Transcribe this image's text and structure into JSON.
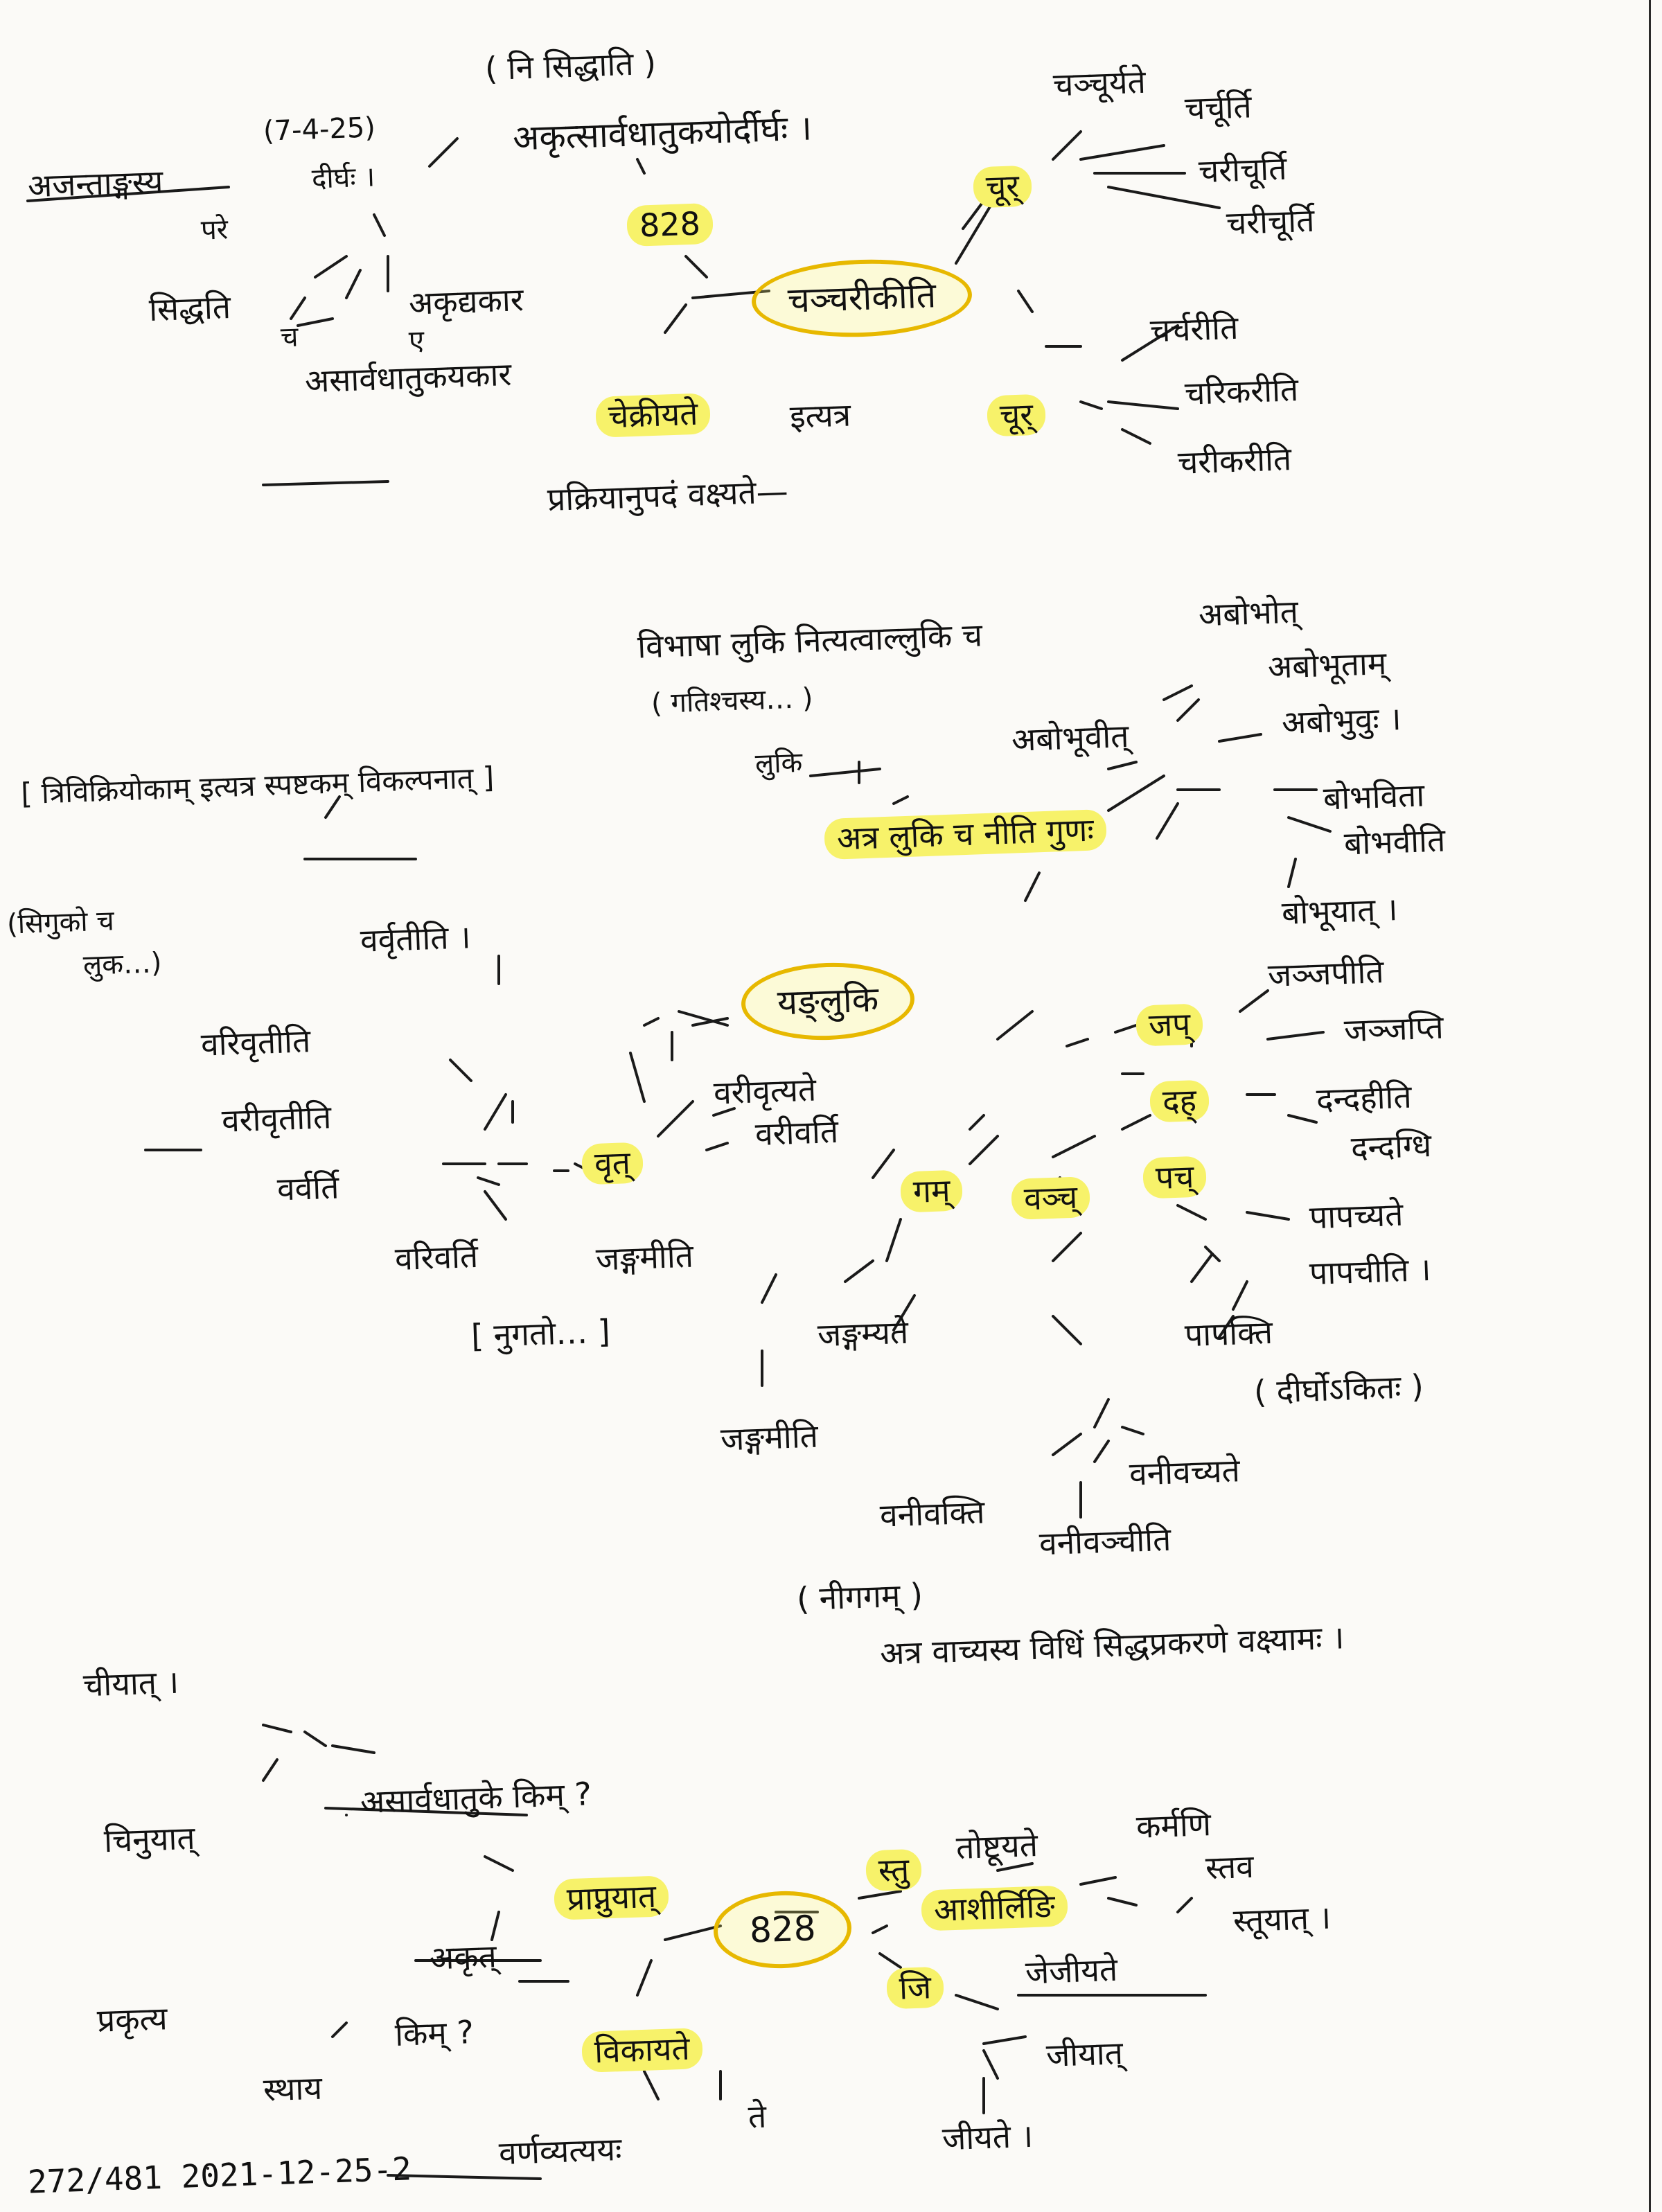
{
  "colors": {
    "ink": "#111111",
    "highlight": "#f7f26a",
    "circle": "#e7b800",
    "paper": "#fbfaf7"
  },
  "s1": {
    "note_top": "( नि सिद्धाति )",
    "sutra_heading": "अकृत्सार्वधातुकयोर्दीर्घः ।",
    "date": "(7-4-25)",
    "dirgha": "दीर्घः ।",
    "ajantangasya": "अजन्ताङ्गस्य",
    "pare": "परे",
    "siddhati": "सिद्धति",
    "cha": "च",
    "akrdakara": "अकृद्यकार",
    "e": "ए",
    "asarva": "असार्वधातुकयकार",
    "sutra_no": "828",
    "center": "चञ्चरीकीति",
    "ch1": "चूर्",
    "ch1_a": "चञ्चूर्यते",
    "ch1_b": "चर्चूर्ति",
    "ch1_c": "चरीचूर्ति",
    "ch1_d": "चरीचूर्ति",
    "ch2": "चूर्",
    "ch2_a": "चर्चरीति",
    "ch2_b": "चरिकरीति",
    "ch2_c": "चरीकरीति",
    "hl_word": "चेक्रीयते",
    "ityatra": "इत्यत्र",
    "prakriya": "प्रक्रियानुपदं वक्ष्यते—"
  },
  "s2": {
    "top_note": "विभाषा लुकि नित्यत्वाल्लुकि च",
    "gatishasya": "( गतिश्चस्य… )",
    "luki": "लुकि",
    "bracket": "[ त्रिविक्रियोकाम् इत्यत्र स्पष्टकम् विकल्पनात् ]",
    "siguko": "(सिगुको च",
    "luka": "लुक…)",
    "vavrtiti": "वर्वृतीति ।",
    "varivrtiti": "वरिवृतीति",
    "varivrtiti2": "वरीवृतीति",
    "vavarti": "वर्वर्ति",
    "varivarti": "वरिवर्ति",
    "highlight": "अत्र लुकि च नीति गुणः",
    "ababhu": "अबोभोत्",
    "ababhutam": "अबोभूताम्",
    "ababhuvuh": "अबोभुवुः ।",
    "ababhuvit": "अबोभूवीत्",
    "bobhavita": "बोभविता",
    "bobhaviti": "बोभवीति",
    "bobhuyat": "बोभूयात् ।",
    "center": "यङ्लुकि",
    "vrt": "वृत्",
    "varivrtyate": "वरीवृत्यते",
    "varivarti2": "वरीवर्ति",
    "jap": "जप्",
    "jañjapiti": "जञ्जपीति",
    "jañjapti": "जञ्जप्ति",
    "dah": "दह्",
    "dandahiti": "दन्दहीति",
    "dandagdhi": "दन्दग्धि",
    "pach": "पच्",
    "papacyate": "पापच्यते",
    "papaciti": "पापचीति ।",
    "papakti": "पापक्ति",
    "dirgha_note": "( दीर्घोऽकितः )",
    "gam": "गम्",
    "jangamiti": "जङ्गमीति",
    "jangamyate": "जङ्गम्यते",
    "jangamiti2": "जङ्गमीति",
    "nugato": "[ नुगतो… ]",
    "vanch": "वञ्च्",
    "vanivacyate": "वनीवच्यते",
    "vanivanchiti": "वनीवञ्चीति",
    "vanivakti": "वनीवक्ति",
    "nigagama": "( नीगगम् )",
    "footer_note": "अत्र वाच्यस्य विधिं सिद्धप्रकरणे वक्ष्यामः ।"
  },
  "s3": {
    "cinuyat": "चीयात् ।",
    "cinuyat2": "चिनुयात्",
    "asarva_q": "असार्वधातुके किम् ?",
    "prapnuyat": "प्राप्नुयात्",
    "akrt": "अकृत्",
    "prakrtya": "प्रकृत्य",
    "sthaya": "स्थाय",
    "kim": "किम् ?",
    "vikhayate": "विकायते",
    "ta": "ते",
    "varnavyatyaya": "वर्णव्यत्ययः",
    "sutra_no": "828",
    "stu": "स्तु",
    "tushtuyate": "तोष्टूयते",
    "karmani": "कर्मणि",
    "ashirlin": "आशीर्लिङि",
    "stuva": "स्तव",
    "stuyat": "स्तूयात् ।",
    "ji": "जि",
    "jejiyate": "जेजीयते",
    "jiyat": "जीयात्",
    "jiyate": "जीयते ।"
  },
  "footer": {
    "ref": "272/481 2021-12-25-2"
  }
}
